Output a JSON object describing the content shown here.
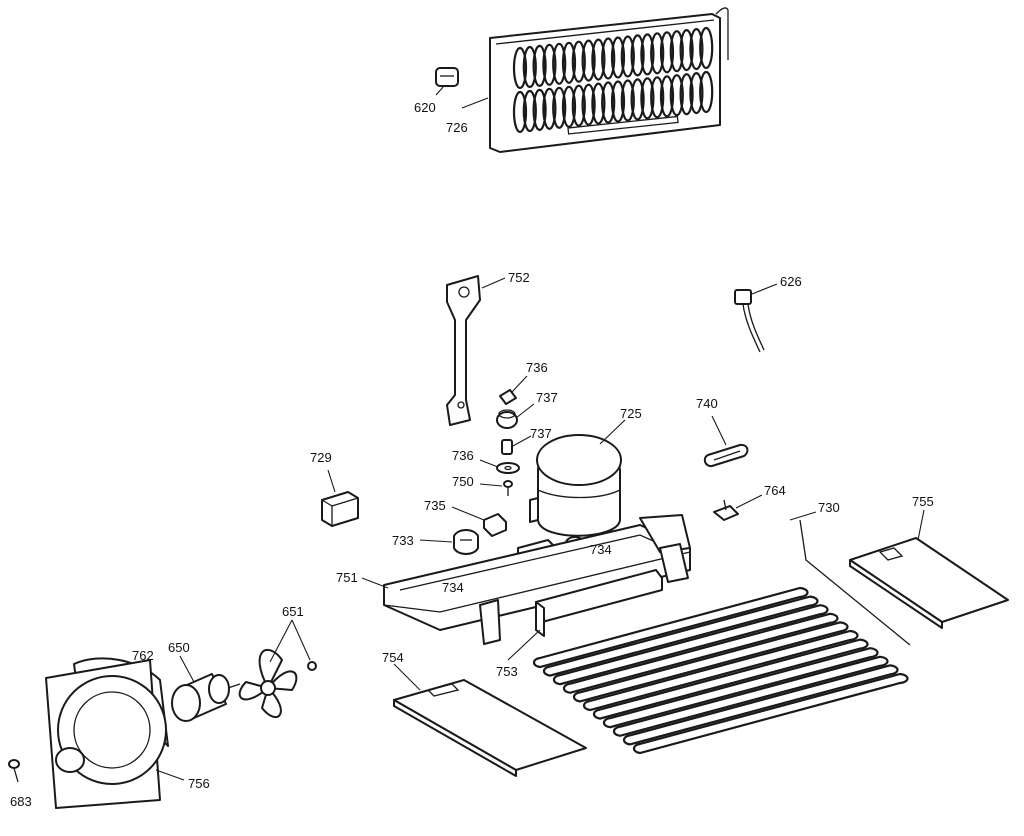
{
  "parts": {
    "p620": "620",
    "p726": "726",
    "p752": "752",
    "p626": "626",
    "p736a": "736",
    "p737a": "737",
    "p725": "725",
    "p740": "740",
    "p737b": "737",
    "p736b": "736",
    "p729": "729",
    "p750": "750",
    "p764": "764",
    "p730": "730",
    "p755": "755",
    "p735": "735",
    "p733": "733",
    "p734a": "734",
    "p751": "751",
    "p734b": "734",
    "p651": "651",
    "p762": "762",
    "p650": "650",
    "p754": "754",
    "p753": "753",
    "p756": "756",
    "p683": "683"
  },
  "colors": {
    "ink": "#1a1a1a",
    "paper": "#ffffff"
  }
}
